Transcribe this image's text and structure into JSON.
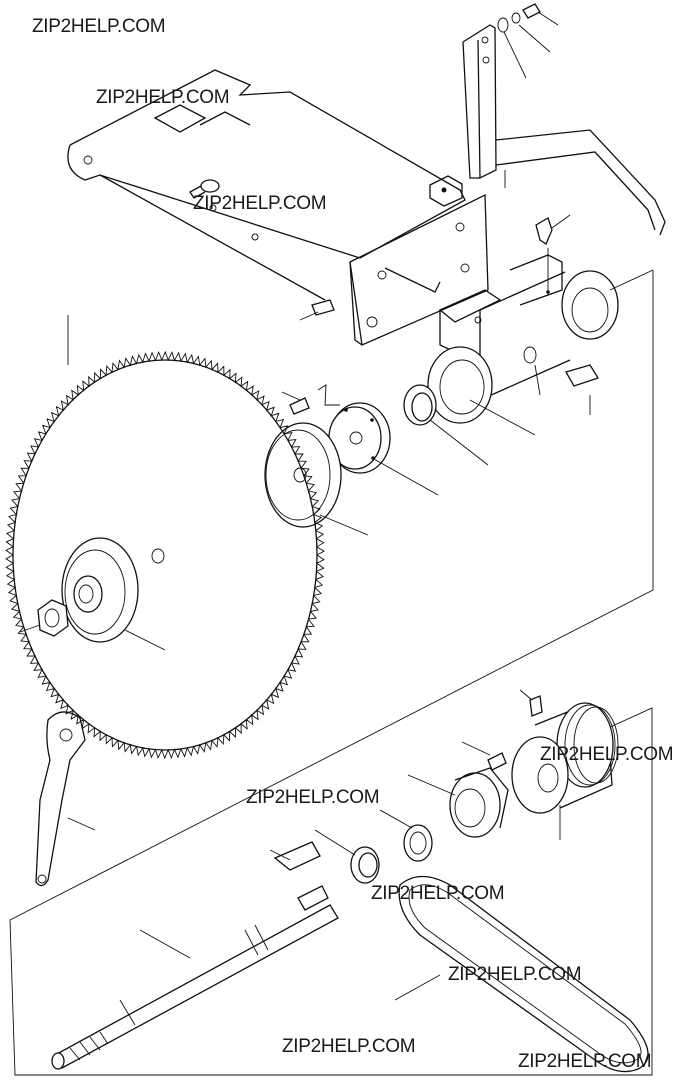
{
  "watermarks": [
    "ZIP2HELP.COM",
    "ZIP2HELP.COM",
    "ZIP2HELP.COM",
    "ZIP2HELP.COM",
    "ZIP2HELP.COM",
    "ZIP2HELP.COM",
    "ZIP2HELP.COM",
    "ZIP2HELP.COM",
    "ZIP2HELP.COM"
  ],
  "colors": {
    "line": "#111111",
    "background": "#ffffff",
    "watermark": "#1a1a1a"
  }
}
